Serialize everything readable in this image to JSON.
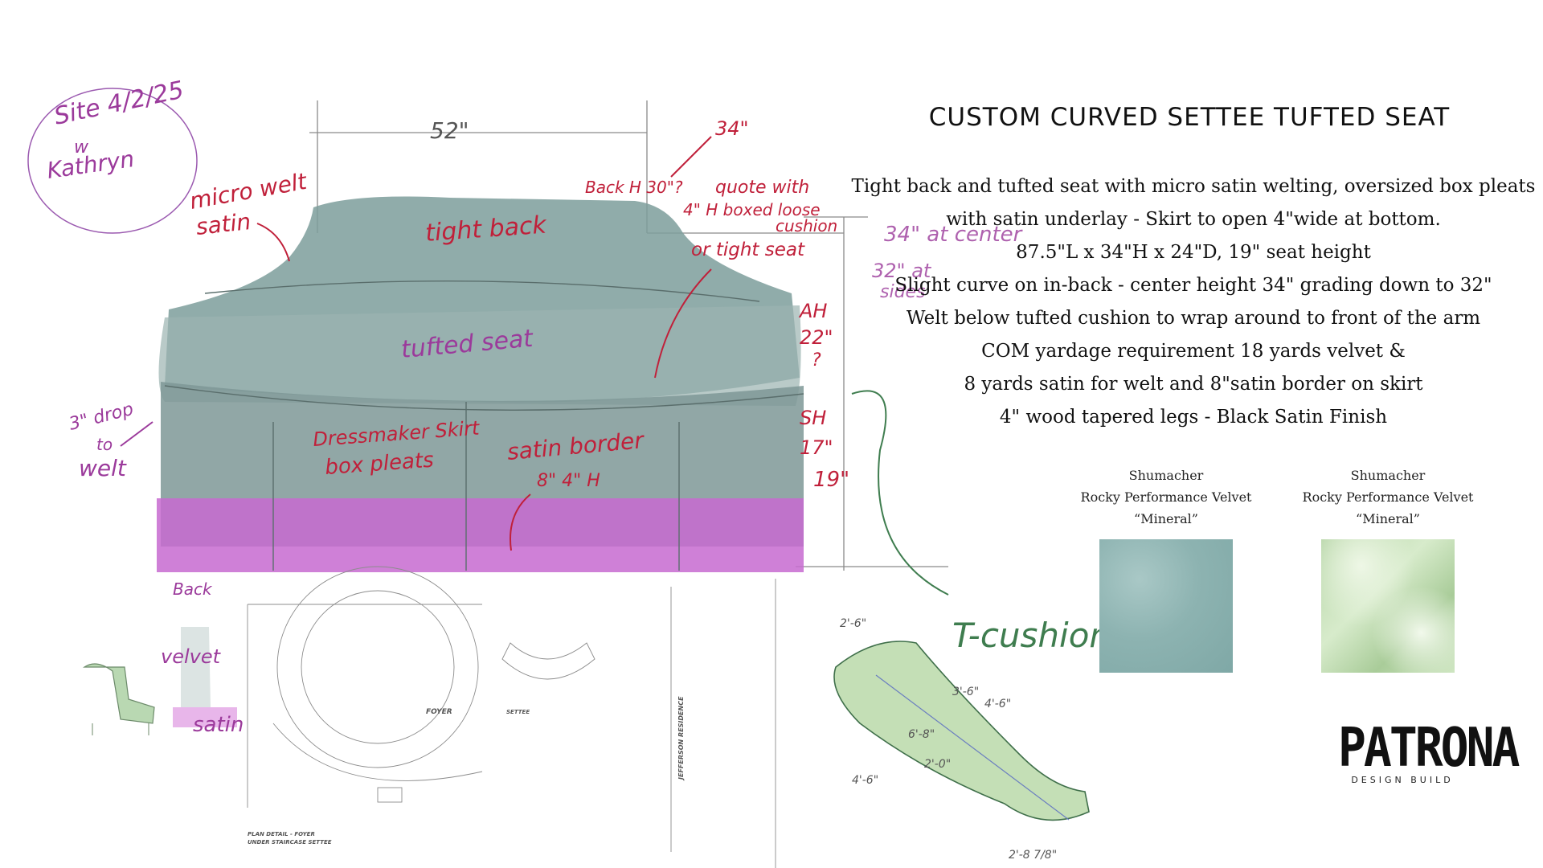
{
  "title": "CUSTOM CURVED SETTEE TUFTED SEAT",
  "specs": [
    "Tight back and tufted seat with micro satin welting, oversized box pleats",
    "with satin underlay - Skirt to open 4\"wide at bottom.",
    "87.5\"L x 34\"H x 24\"D, 19\" seat height",
    "Slight curve on in-back - center height 34\" grading down to 32\"",
    "Welt below tufted cushion to wrap around to front of the arm",
    "COM yardage requirement 18 yards velvet &",
    "8 yards satin for welt and 8\"satin border on skirt",
    "4\" wood tapered legs - Black Satin Finish"
  ],
  "swatches": [
    {
      "brand": "Shumacher",
      "fabric": "Rocky Performance Velvet",
      "color": "“Mineral”",
      "hex": "#8db3b1"
    },
    {
      "brand": "Shumacher",
      "fabric": "Rocky Performance Velvet",
      "color": "“Mineral”",
      "hex": "#c3dfb4"
    }
  ],
  "logo": {
    "name": "PATRONA",
    "tagline": "DESIGN BUILD"
  },
  "sketch_notes": {
    "site_note_1": "Site 4/2/25",
    "site_note_2": "w",
    "site_note_3": "Kathryn",
    "width_dim": "52\"",
    "angle_note": "34\"",
    "back_height": "Back H 30\"?",
    "quote_1": "quote with",
    "quote_2": "4\" H boxed loose",
    "quote_3": "cushion",
    "or_tight": "or tight seat",
    "micro_welt_1": "micro welt",
    "micro_welt_2": "satin",
    "tight_back": "tight back",
    "tufted_seat": "tufted seat",
    "height_34": "34\" at center",
    "height_32_1": "32\" at",
    "height_32_2": "sides",
    "arm_height_1": "AH",
    "arm_height_2": "22\"",
    "arm_height_3": "?",
    "seat_height_1": "SH",
    "seat_height_2": "17\"",
    "seat_height_3": "19\"",
    "drop_1": "3\" drop",
    "drop_2": "to",
    "drop_3": "welt",
    "skirt_1": "Dressmaker Skirt",
    "skirt_2": "box pleats",
    "satin_border_1": "satin border",
    "satin_border_2": "8\" 4\" H",
    "t_cushion": "T-cushion",
    "back_label": "Back",
    "velvet_label": "velvet",
    "satin_label": "satin",
    "plan_1": "PLAN DETAIL - FOYER",
    "plan_2": "UNDER STAIRCASE SETTEE",
    "foyer": "FOYER",
    "settee": "SETTEE",
    "residence": "JEFFERSON RESIDENCE",
    "dim_26": "2'-6\"",
    "dim_36": "3'-6\"",
    "dim_46": "4'-6\"",
    "dim_68": "6'-8\"",
    "dim_20": "2'-0\"",
    "dim_468": "4'-6\"",
    "dim_2878": "2'-8 7/8\""
  }
}
